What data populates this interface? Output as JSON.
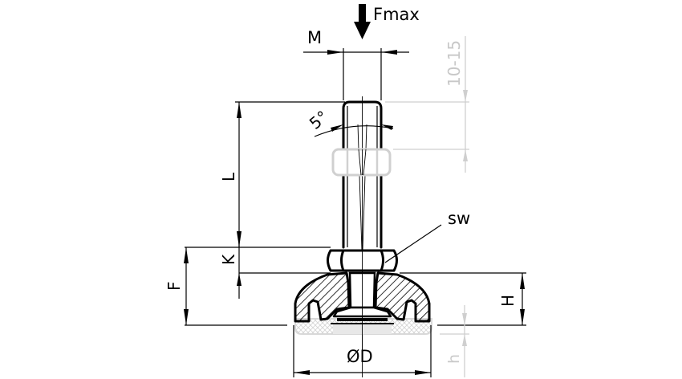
{
  "drawing": {
    "title": "Levelling foot dimension drawing",
    "labels": {
      "force": "Fmax",
      "thread": "M",
      "adjust_range": "10-15",
      "angle": "5°",
      "length": "L",
      "wrench_size": "sw",
      "nut_height": "K",
      "overall_height": "F",
      "base_height": "H",
      "diameter": "ØD",
      "pad_height": "h"
    },
    "colors": {
      "line": "#000000",
      "optional_part": "#cfcfcf",
      "background": "#ffffff"
    }
  }
}
